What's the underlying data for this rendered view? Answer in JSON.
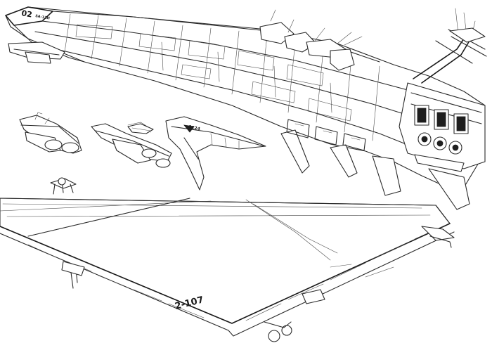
{
  "image": {
    "kind": "pencil sketch",
    "palette": {
      "ink": "#2a2a2a",
      "paper": "#ffffff"
    },
    "markings": {
      "battleship_nose_number": "02",
      "battleship_nose_subtext": "SA-1ZH",
      "fighter_label": "3124",
      "carrier_deck_number": "2-107"
    }
  }
}
